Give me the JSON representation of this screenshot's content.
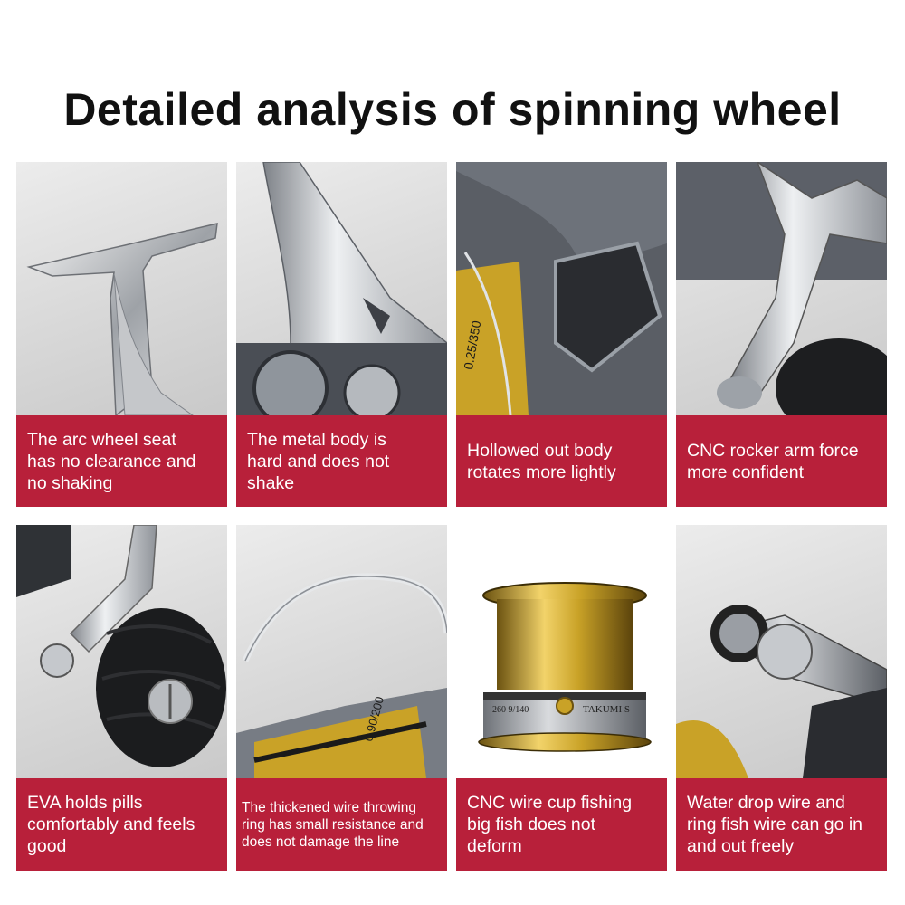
{
  "page": {
    "title": "Detailed analysis of spinning wheel"
  },
  "panels": [
    {
      "icon": "reel-foot-icon",
      "caption": "The arc wheel seat\nhas no clearance and\nno shaking"
    },
    {
      "icon": "reel-body-icon",
      "caption": "The metal body is\nhard and does not\n shake"
    },
    {
      "icon": "hollow-body-icon",
      "caption": "Hollowed out body\nrotates more lightly",
      "spool_text": "0.25/350"
    },
    {
      "icon": "rocker-arm-icon",
      "caption": "CNC rocker arm force\nmore confident"
    },
    {
      "icon": "eva-knob-icon",
      "caption": "EVA holds pills\ncomfortably and feels\ngood"
    },
    {
      "icon": "bail-wire-icon",
      "caption": "The thickened wire throwing\nring has small resistance and\ndoes not damage the line",
      "spool_text": "0 90/200"
    },
    {
      "icon": "spool-icon",
      "caption": "CNC wire cup fishing\nbig fish does not\ndeform",
      "spool_text": "TAKUMI S",
      "spool_spec": "260 9/140"
    },
    {
      "icon": "line-roller-icon",
      "caption": "Water drop wire and\nring fish wire can go in\nand out freely"
    }
  ],
  "colors": {
    "caption_background": "#b8203a",
    "caption_text": "#ffffff",
    "spool_gold": "#c9a227",
    "metal_silver": "#b9bcc0"
  }
}
